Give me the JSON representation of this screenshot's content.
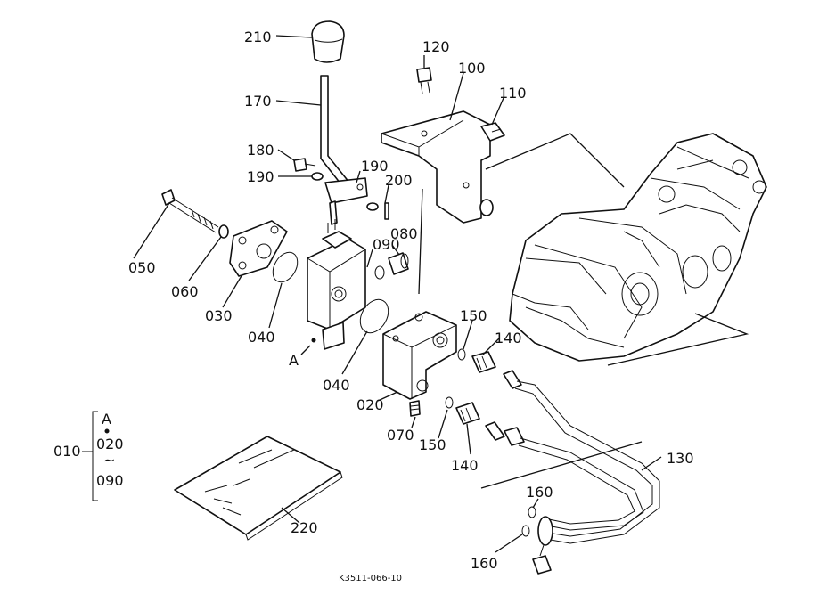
{
  "labels": {
    "l210": "210",
    "l170": "170",
    "l180": "180",
    "l190a": "190",
    "l190b": "190",
    "l200": "200",
    "l120": "120",
    "l100": "100",
    "l110": "110",
    "l050": "050",
    "l060": "060",
    "l030": "030",
    "l040a": "040",
    "l040b": "040",
    "l080": "080",
    "l090": "090",
    "l150a": "150",
    "l150b": "150",
    "l140a": "140",
    "l140b": "140",
    "l020": "020",
    "l070": "070",
    "l130": "130",
    "l160a": "160",
    "l160b": "160",
    "l220": "220",
    "lA": "A"
  },
  "set_group": {
    "label": "010",
    "top_marker": "A",
    "range_from": "020",
    "range_sep": "~",
    "range_to": "090"
  },
  "drawing_code": "K3511-066-10"
}
